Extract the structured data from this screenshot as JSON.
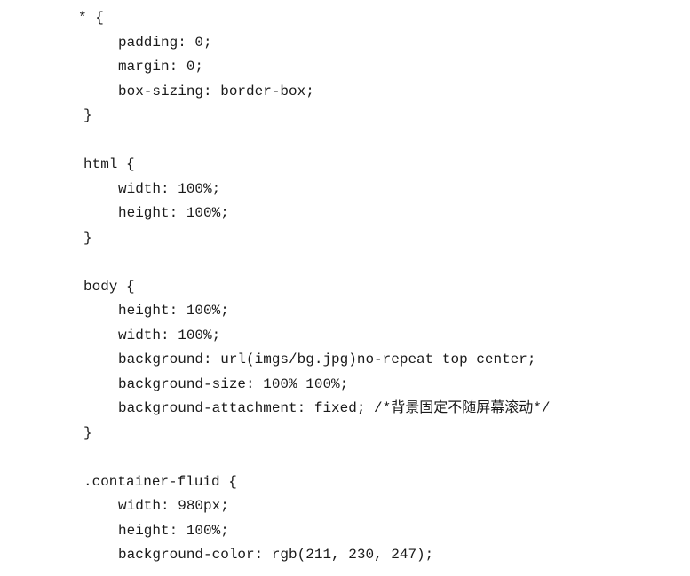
{
  "code": {
    "lines": [
      {
        "indent": 0,
        "text": "* {"
      },
      {
        "indent": 1,
        "text": "padding: 0;"
      },
      {
        "indent": 1,
        "text": "margin: 0;"
      },
      {
        "indent": 1,
        "text": "box-sizing: border-box;"
      },
      {
        "indent": 0,
        "text": "}"
      },
      {
        "indent": 0,
        "text": ""
      },
      {
        "indent": 0,
        "text": "html {"
      },
      {
        "indent": 1,
        "text": "width: 100%;"
      },
      {
        "indent": 1,
        "text": "height: 100%;"
      },
      {
        "indent": 0,
        "text": "}"
      },
      {
        "indent": 0,
        "text": ""
      },
      {
        "indent": 0,
        "text": "body {"
      },
      {
        "indent": 1,
        "text": "height: 100%;"
      },
      {
        "indent": 1,
        "text": "width: 100%;"
      },
      {
        "indent": 1,
        "text": "background: url(imgs/bg.jpg)no-repeat top center;"
      },
      {
        "indent": 1,
        "text": "background-size: 100% 100%;"
      },
      {
        "indent": 1,
        "text": "background-attachment: fixed; /*背景固定不随屏幕滚动*/"
      },
      {
        "indent": 0,
        "text": "}"
      },
      {
        "indent": 0,
        "text": ""
      },
      {
        "indent": 0,
        "text": ".container-fluid {"
      },
      {
        "indent": 1,
        "text": "width: 980px;"
      },
      {
        "indent": 1,
        "text": "height: 100%;"
      },
      {
        "indent": 1,
        "text": "background-color: rgb(211, 230, 247);"
      }
    ]
  }
}
